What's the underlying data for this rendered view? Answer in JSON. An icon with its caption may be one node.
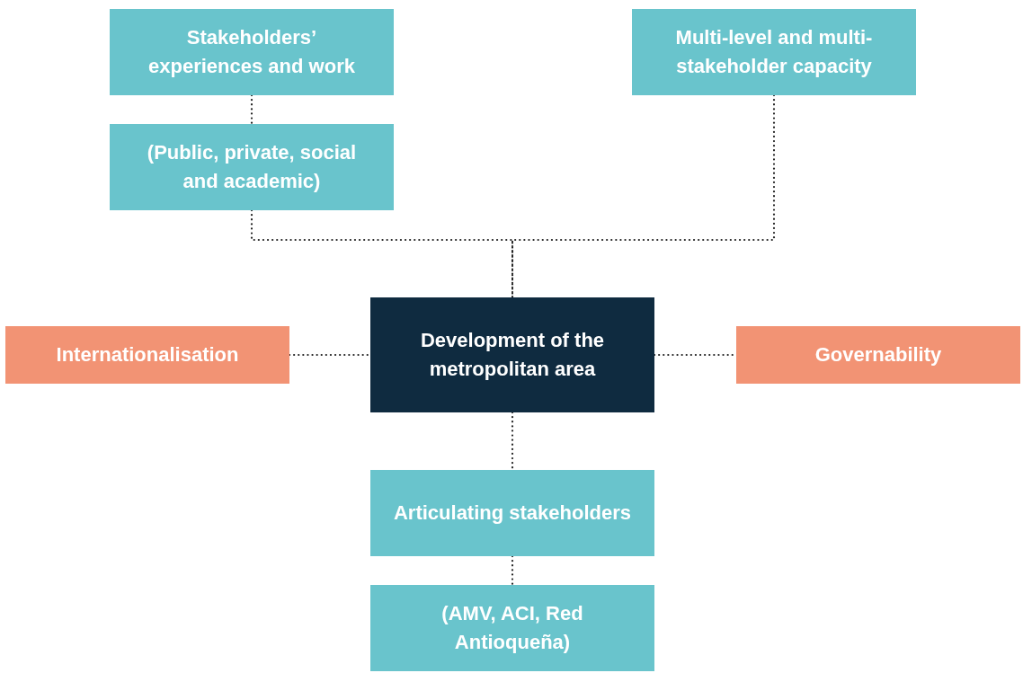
{
  "diagram": {
    "nodes": [
      {
        "text": [
          "Stakeholders’ experiences and work"
        ]
      },
      {
        "text": [
          "Multi-level and multi-stakeholder capacity"
        ]
      },
      {
        "text": [
          "(Public, private, social and academic)"
        ]
      },
      {
        "text": [
          "Internationalisation"
        ]
      },
      {
        "text": [
          "Development of the metropolitan area"
        ]
      },
      {
        "text": [
          "Governability"
        ]
      },
      {
        "text": [
          "Articulating stakeholders"
        ]
      },
      {
        "text": [
          "(AMV, ACI, Red Antioqueña)"
        ]
      }
    ],
    "edges": [
      {
        "from": 0,
        "to": 2,
        "arrow": "none"
      },
      {
        "from": 2,
        "to": 4,
        "arrow": "none"
      },
      {
        "from": 1,
        "to": 4,
        "arrow": "none"
      },
      {
        "from": 3,
        "to": 4,
        "arrow": "none"
      },
      {
        "from": 4,
        "to": 5,
        "arrow": "none"
      },
      {
        "from": 4,
        "to": 6,
        "arrow": "none"
      },
      {
        "from": 6,
        "to": 7,
        "arrow": "none"
      }
    ]
  }
}
